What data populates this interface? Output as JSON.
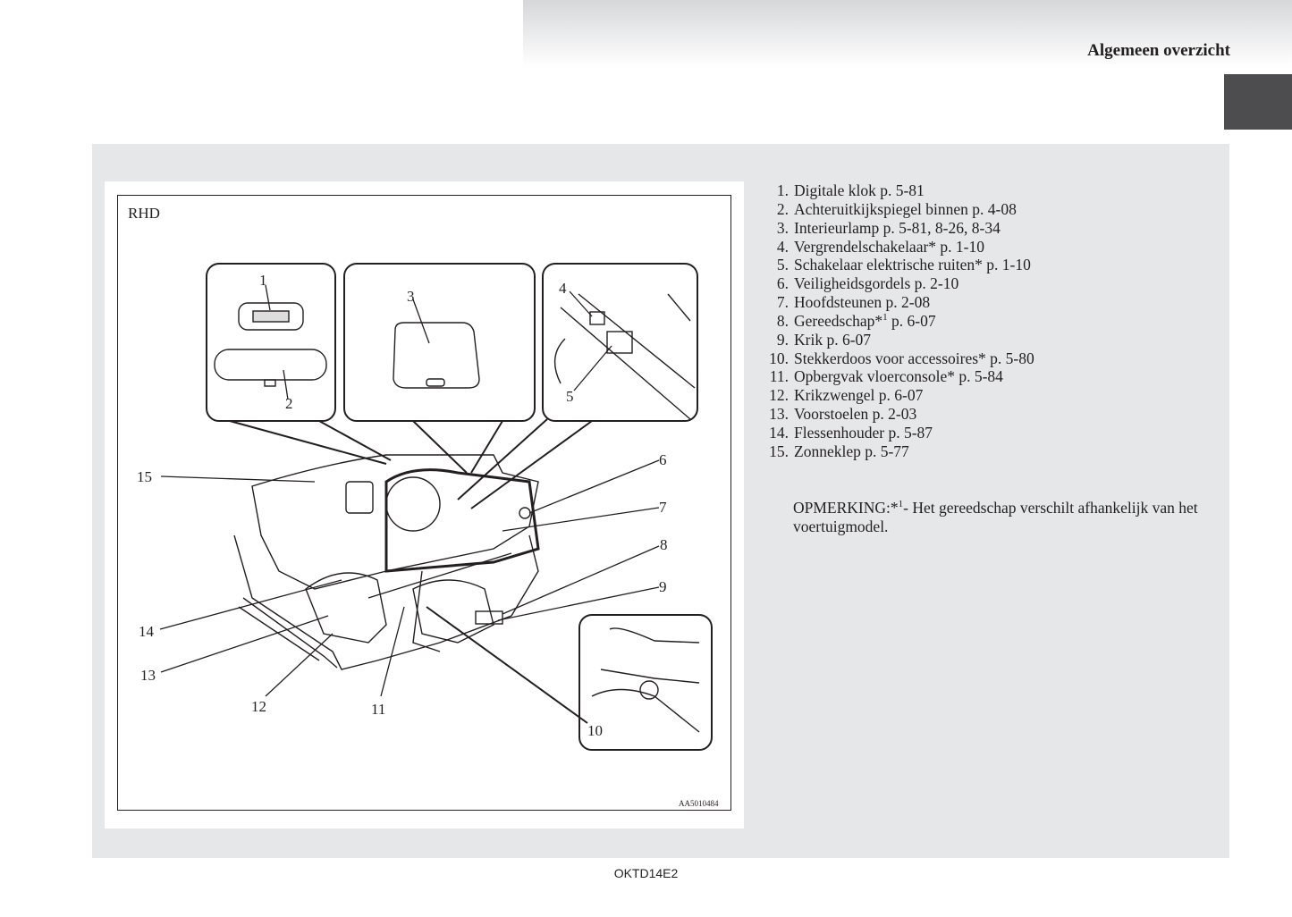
{
  "header": {
    "section_title": "Algemeen overzicht"
  },
  "figure": {
    "variant_label": "RHD",
    "figure_code": "AA5010484",
    "callouts": [
      "1",
      "2",
      "3",
      "4",
      "5",
      "6",
      "7",
      "8",
      "9",
      "10",
      "11",
      "12",
      "13",
      "14",
      "15"
    ]
  },
  "legend": [
    {
      "num": "1.",
      "text": "Digitale klok p. 5-81"
    },
    {
      "num": "2.",
      "text": "Achteruitkijkspiegel binnen p. 4-08"
    },
    {
      "num": "3.",
      "text": "Interieurlamp p. 5-81, 8-26, 8-34"
    },
    {
      "num": "4.",
      "text": "Vergrendelschakelaar* p. 1-10"
    },
    {
      "num": "5.",
      "text": "Schakelaar elektrische ruiten* p. 1-10"
    },
    {
      "num": "6.",
      "text": "Veiligheidsgordels p. 2-10"
    },
    {
      "num": "7.",
      "text": "Hoofdsteunen p. 2-08"
    },
    {
      "num": "8.",
      "text": "Gereedschap*",
      "sup": "1",
      "after": " p. 6-07"
    },
    {
      "num": "9.",
      "text": "Krik p. 6-07"
    },
    {
      "num": "10.",
      "text": "Stekkerdoos voor accessoires* p. 5-80"
    },
    {
      "num": "11.",
      "text": "Opbergvak vloerconsole* p. 5-84"
    },
    {
      "num": "12.",
      "text": "Krikzwengel p. 6-07"
    },
    {
      "num": "13.",
      "text": "Voorstoelen p. 2-03"
    },
    {
      "num": "14.",
      "text": "Flessenhouder p. 5-87"
    },
    {
      "num": "15.",
      "text": "Zonneklep p. 5-77"
    }
  ],
  "note": {
    "prefix": "OPMERKING:*",
    "sup": "1",
    "text": "- Het gereedschap verschilt afhankelijk van het voertuigmodel."
  },
  "footer": {
    "code": "OKTD14E2"
  }
}
